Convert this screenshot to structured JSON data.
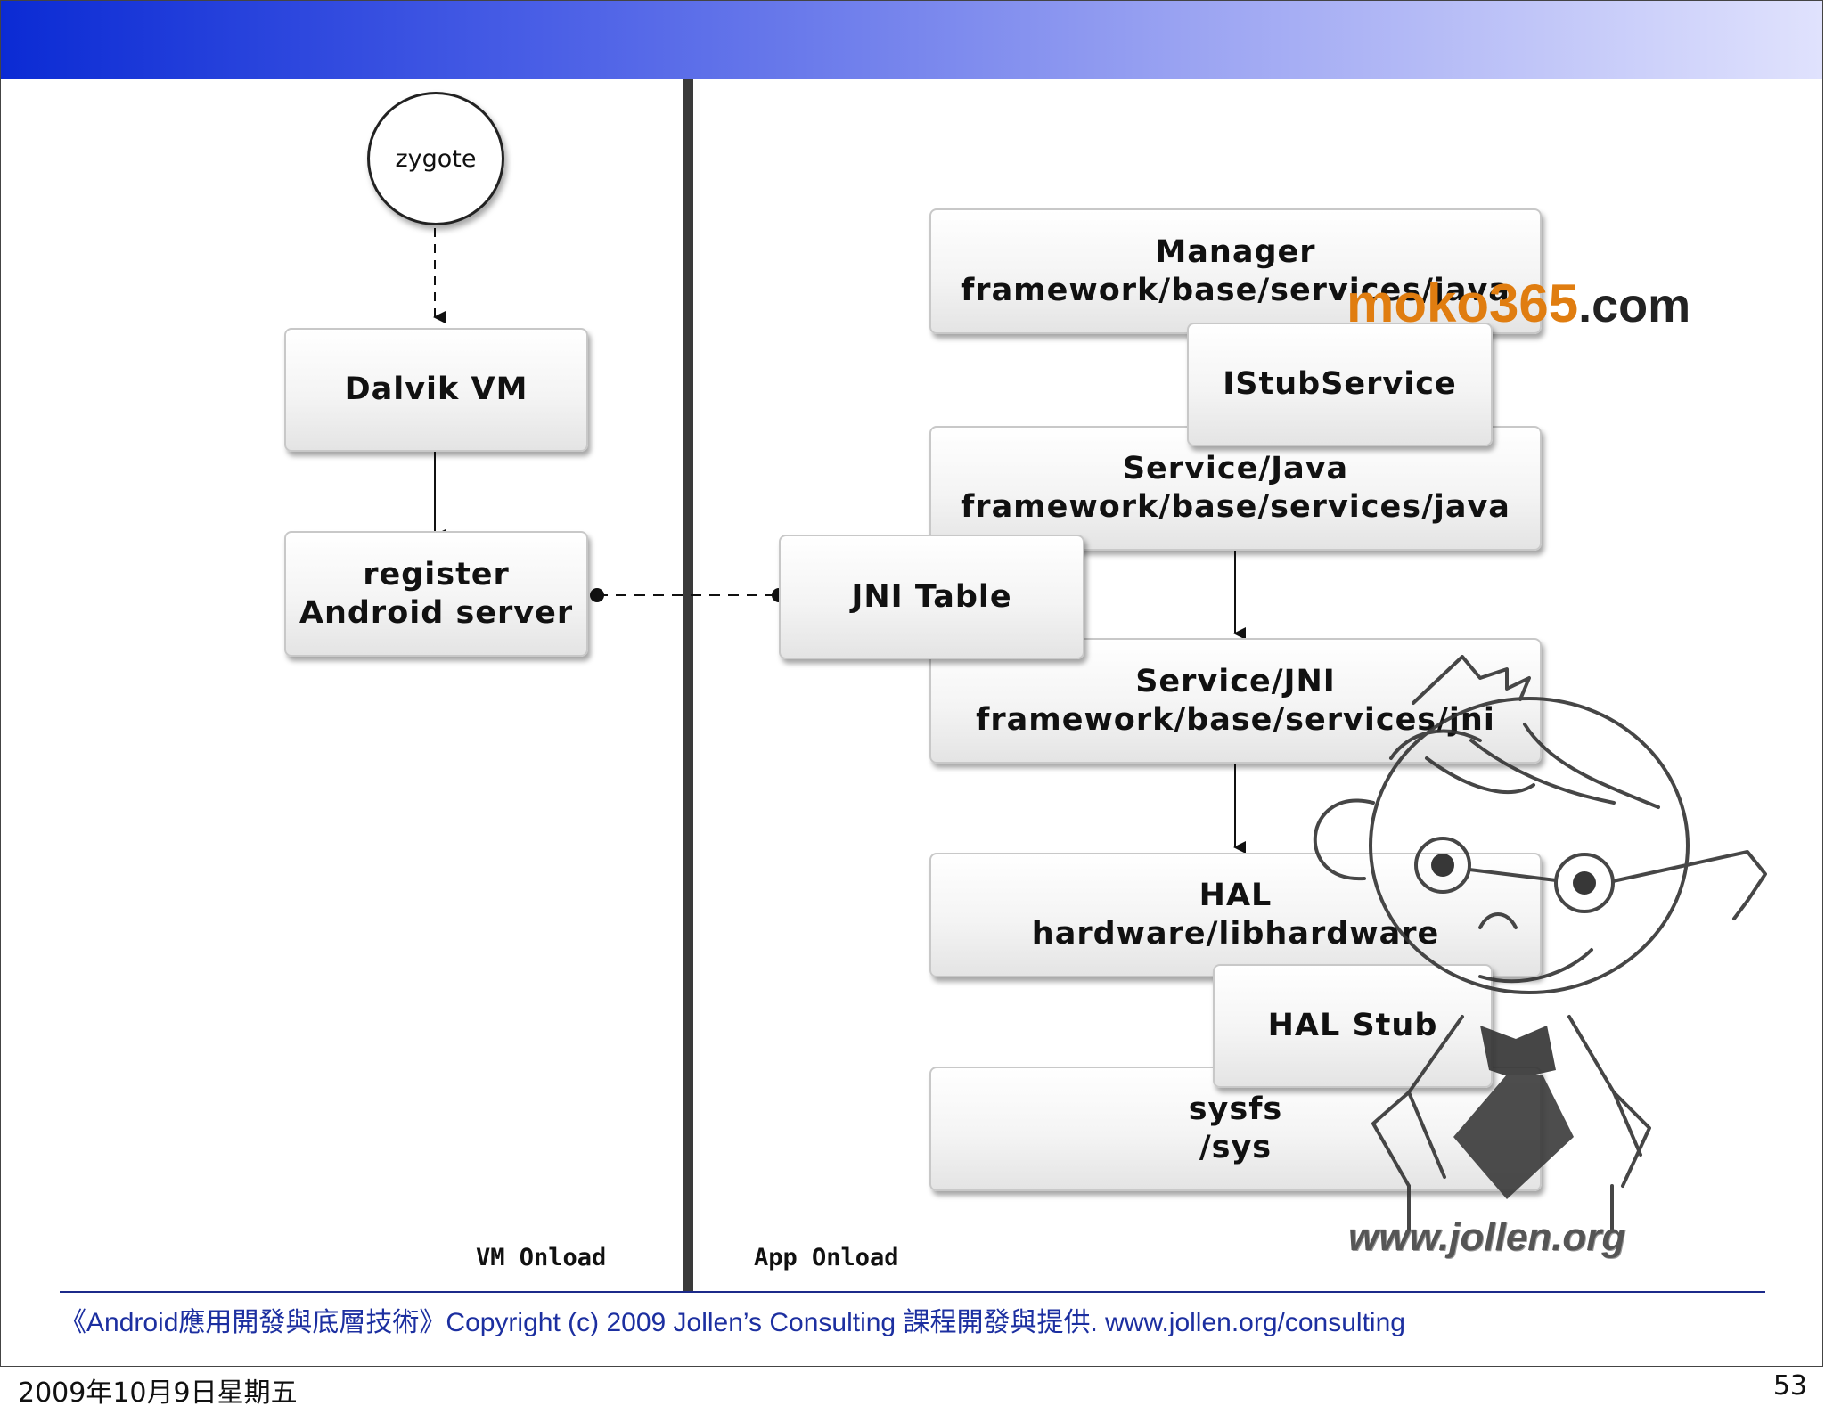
{
  "nodes": {
    "zygote": "zygote",
    "dalvik_vm": "Dalvik VM",
    "register_line1": "register",
    "register_line2": "Android server",
    "manager_line1": "Manager",
    "manager_line2": "framework/base/services/java",
    "istub": "IStubService",
    "service_java_line1": "Service/Java",
    "service_java_line2": "framework/base/services/java",
    "jni_table": "JNI Table",
    "service_jni_line1": "Service/JNI",
    "service_jni_line2": "framework/base/services/jni",
    "hal_line1": "HAL",
    "hal_line2": "hardware/libhardware",
    "hal_stub": "HAL Stub",
    "sysfs_line1": "sysfs",
    "sysfs_line2": "/sys"
  },
  "labels": {
    "vm_onload": "VM Onload",
    "app_onload": "App Onload"
  },
  "watermarks": {
    "moko": "moko365",
    "moko_suffix": ".com",
    "jollen": "www.jollen.org"
  },
  "footer": {
    "text": "《Android應用開發與底層技術》Copyright (c) 2009 Jollen’s Consulting 課程開發與提供. www.jollen.org/consulting"
  },
  "bottom_bar": {
    "date": "2009年10月9日星期五",
    "page_number": "53"
  },
  "colors": {
    "banner_start": "#0b2bd4",
    "banner_end": "#e0e2fd",
    "footer_text": "#1c2fa0",
    "moko_accent": "#e07d10"
  }
}
